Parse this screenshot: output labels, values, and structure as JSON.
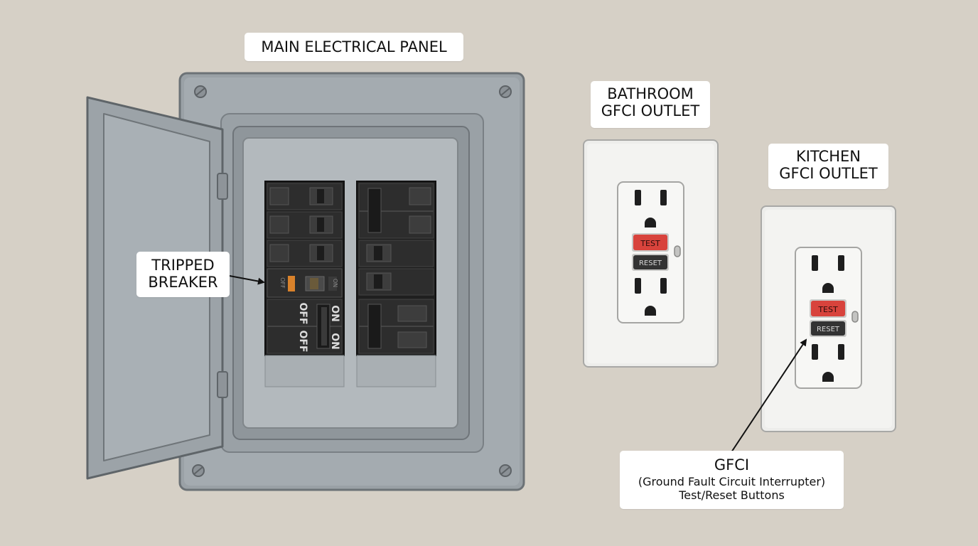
{
  "labels": {
    "main_panel": "MAIN ELECTRICAL PANEL",
    "bathroom": [
      "BATHROOM",
      "GFCI OUTLET"
    ],
    "kitchen": [
      "KITCHEN",
      "GFCI OUTLET"
    ],
    "tripped": [
      "TRIPPED",
      "BREAKER"
    ],
    "gfci_title": "GFCI",
    "gfci_sub1": "(Ground Fault Circuit Interrupter)",
    "gfci_sub2": "Test/Reset Buttons"
  },
  "breaker": {
    "off_text": "OFF",
    "on_text": "ON"
  },
  "outlet": {
    "test_label": "TEST",
    "reset_label": "RESET"
  },
  "colors": {
    "background": "#d6d0c6",
    "panel": "#9aa1a6",
    "breaker": "#2b2b2b",
    "test_button": "#d8433c",
    "reset_button": "#333333",
    "tripped_indicator": "#d9822b"
  }
}
